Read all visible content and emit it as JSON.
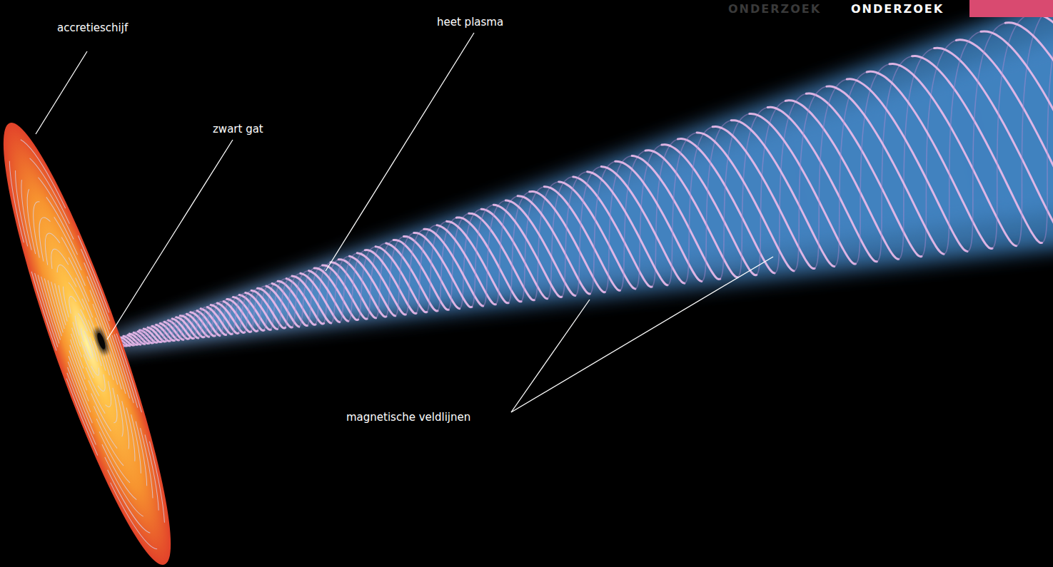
{
  "diagram": {
    "labels": [
      "accretieschijf",
      "zwart gat",
      "heet plasma",
      "magnetische veldlijnen",
      "ONDERZOEK",
      "ONDERZOEK"
    ]
  }
}
